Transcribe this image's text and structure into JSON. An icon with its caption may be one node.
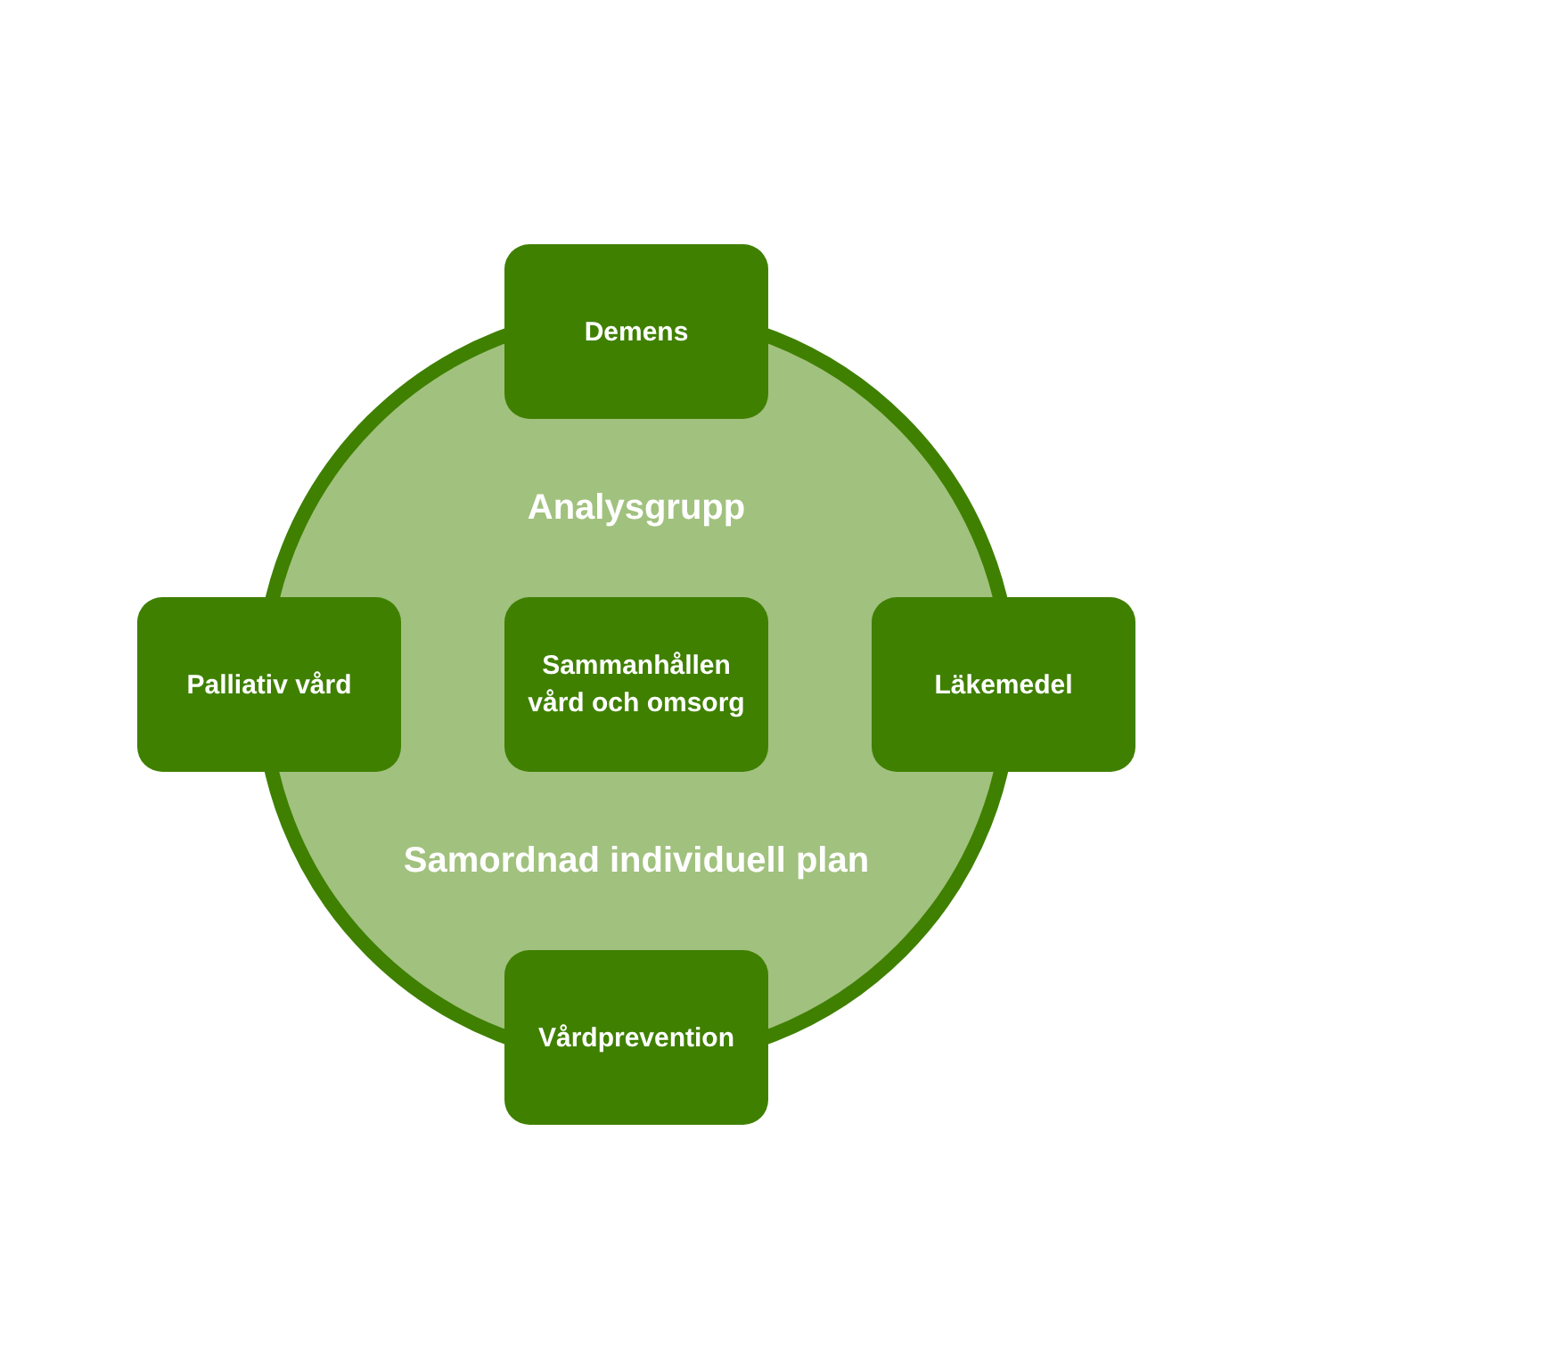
{
  "diagram": {
    "nodes": [
      {
        "text": [
          "Demens"
        ]
      },
      {
        "text": [
          "Analysgrupp",
          "Samordnad individuell plan"
        ]
      },
      {
        "text": [
          "Palliativ vård"
        ]
      },
      {
        "text": [
          "Sammanhållen vård och omsorg"
        ],
        "in": 1
      },
      {
        "text": [
          "Läkemedel"
        ]
      },
      {
        "text": [
          "Vårdprevention"
        ]
      }
    ]
  }
}
